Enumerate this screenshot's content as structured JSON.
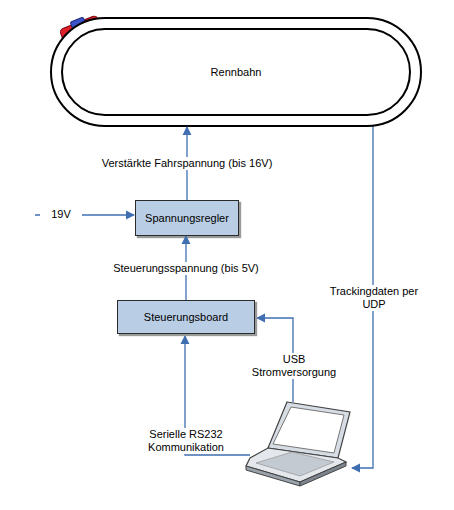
{
  "diagram": {
    "nodes": [
      {
        "text": [
          "Rennbahn"
        ]
      },
      {
        "text": [
          "Spannungsregler"
        ]
      },
      {
        "text": [
          "Steuerungsboard"
        ]
      }
    ],
    "edges": [
      {
        "from": 1,
        "to": 0,
        "label": "Verstärkte Fahrspannung (bis 16V)",
        "arrow": "to"
      },
      {
        "from": 2,
        "to": 1,
        "label": "Steuerungsspannung (bis 5V)",
        "arrow": "to"
      }
    ],
    "labels": [
      "19V",
      "Serielle RS232 Kommunikation",
      "USB Stromversorgung",
      "Trackingdaten per UDP"
    ]
  }
}
